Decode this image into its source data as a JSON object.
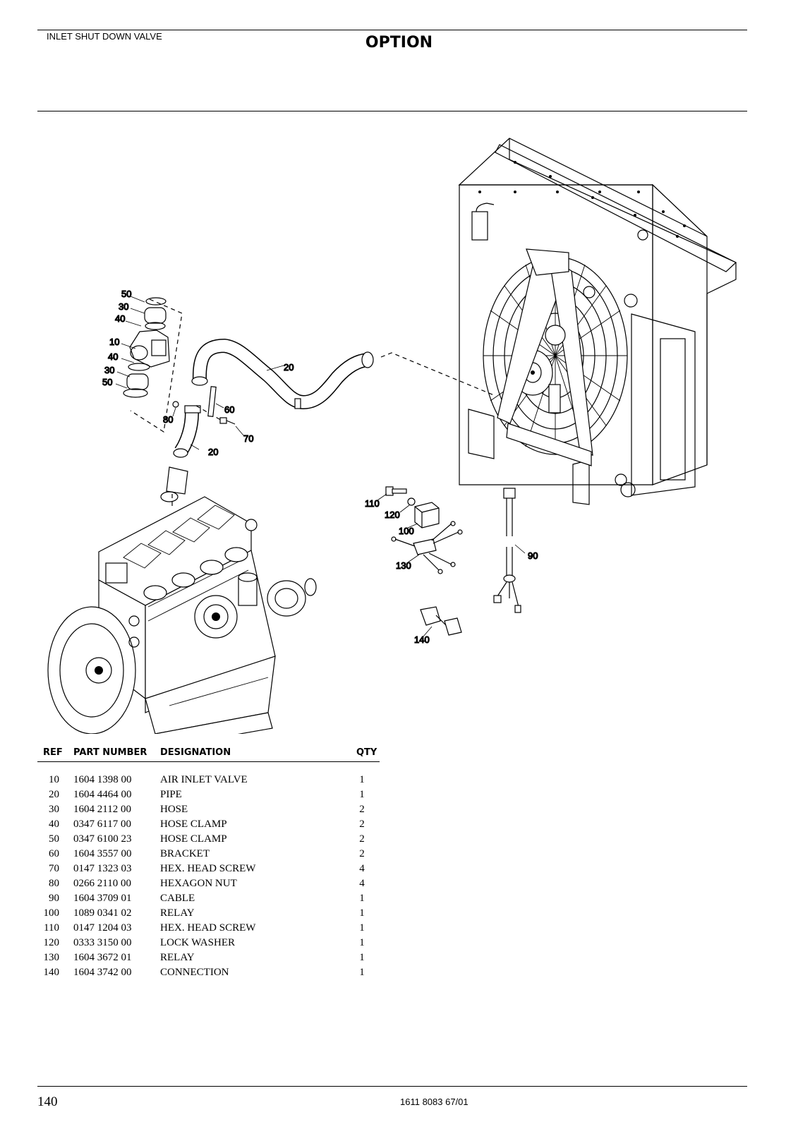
{
  "header": {
    "section_title": "INLET SHUT DOWN VALVE",
    "option_label": "OPTION"
  },
  "diagram": {
    "callouts": [
      "50",
      "30",
      "40",
      "10",
      "40",
      "30",
      "50",
      "20",
      "60",
      "80",
      "70",
      "20",
      "110",
      "120",
      "100",
      "130",
      "90",
      "140"
    ]
  },
  "table": {
    "headers": {
      "ref": "REF",
      "part_number": "PART NUMBER",
      "designation": "DESIGNATION",
      "qty": "QTY"
    },
    "rows": [
      {
        "ref": "10",
        "part_number": "1604 1398 00",
        "designation": "AIR INLET VALVE",
        "qty": "1"
      },
      {
        "ref": "20",
        "part_number": "1604 4464 00",
        "designation": "PIPE",
        "qty": "1"
      },
      {
        "ref": "30",
        "part_number": "1604 2112 00",
        "designation": "HOSE",
        "qty": "2"
      },
      {
        "ref": "40",
        "part_number": "0347 6117 00",
        "designation": "HOSE CLAMP",
        "qty": "2"
      },
      {
        "ref": "50",
        "part_number": "0347 6100 23",
        "designation": "HOSE CLAMP",
        "qty": "2"
      },
      {
        "ref": "60",
        "part_number": "1604 3557 00",
        "designation": "BRACKET",
        "qty": "2"
      },
      {
        "ref": "70",
        "part_number": "0147 1323 03",
        "designation": "HEX. HEAD SCREW",
        "qty": "4"
      },
      {
        "ref": "80",
        "part_number": "0266 2110 00",
        "designation": "HEXAGON NUT",
        "qty": "4"
      },
      {
        "ref": "90",
        "part_number": "1604 3709 01",
        "designation": "CABLE",
        "qty": "1"
      },
      {
        "ref": "100",
        "part_number": "1089 0341 02",
        "designation": "RELAY",
        "qty": "1"
      },
      {
        "ref": "110",
        "part_number": "0147 1204 03",
        "designation": "HEX. HEAD SCREW",
        "qty": "1"
      },
      {
        "ref": "120",
        "part_number": "0333 3150 00",
        "designation": "LOCK WASHER",
        "qty": "1"
      },
      {
        "ref": "130",
        "part_number": "1604 3672 01",
        "designation": "RELAY",
        "qty": "1"
      },
      {
        "ref": "140",
        "part_number": "1604 3742 00",
        "designation": "CONNECTION",
        "qty": "1"
      }
    ]
  },
  "footer": {
    "page_number": "140",
    "document_number": "1611 8083 67/01"
  }
}
